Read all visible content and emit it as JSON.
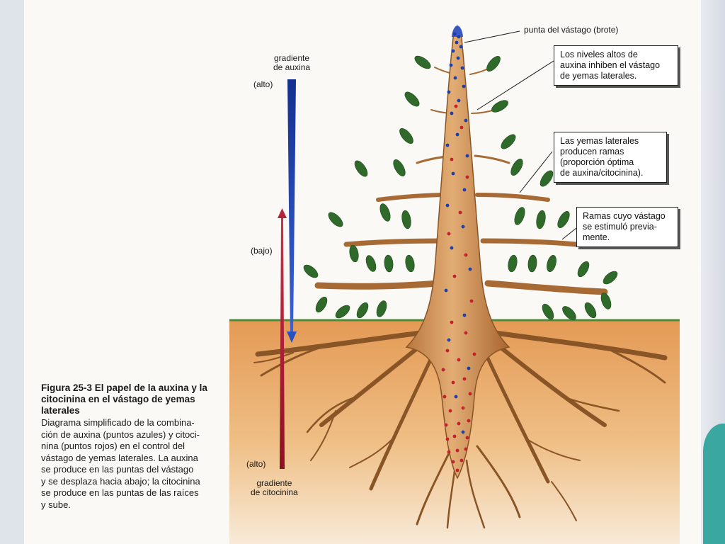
{
  "labels": {
    "auxin_gradient": "gradiente\nde auxina",
    "auxin_high": "(alto)",
    "auxin_low": "(bajo)",
    "cyto_high": "(alto)",
    "cyto_gradient": "gradiente\nde citocinina",
    "shoot_tip": "punta del vástago (brote)"
  },
  "callouts": {
    "high_auxin": "Los niveles altos de\nauxina inhiben el vástago\nde yemas laterales.",
    "lateral_buds": "Las yemas laterales\nproducen ramas\n(proporción óptima\nde auxina/citocinina).",
    "branches": "Ramas cuyo vástago\nse estimuló previa-\nmente."
  },
  "caption": {
    "title": "Figura 25-3 El papel de la auxina y la\ncitocinina en el vástago de yemas\nlaterales",
    "body": "Diagrama simplificado de la combina-\nción de auxina (puntos azules) y citoci-\nnina (puntos rojos) en el control del\nvástago de yemas laterales. La auxina\nse produce en las puntas del vástago\ny se desplaza hacia abajo; la citocinina\nse produce en las puntas de las raíces\ny sube."
  },
  "colors": {
    "auxin": "#1d3fae",
    "cytokinin": "#a3162b",
    "trunk": "#c98a4e",
    "soil": "#e7a866",
    "leaf": "#2f6a2a",
    "accent_tab": "#3aa7a1"
  }
}
